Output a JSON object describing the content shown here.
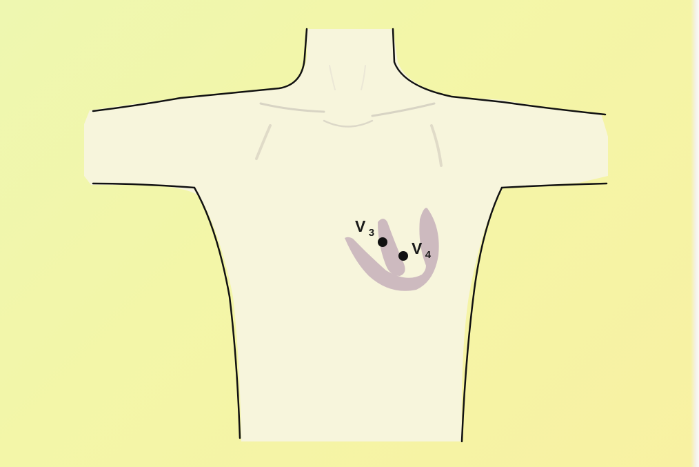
{
  "leads": [
    {
      "id": "V3",
      "letter": "V",
      "subscript": "3"
    },
    {
      "id": "V4",
      "letter": "V",
      "subscript": "4"
    }
  ],
  "colors": {
    "background": "#f4f5a8",
    "skin": "#f7f5dc",
    "outline": "#111111",
    "heart": "#cbb7be",
    "electrode": "#111111"
  }
}
